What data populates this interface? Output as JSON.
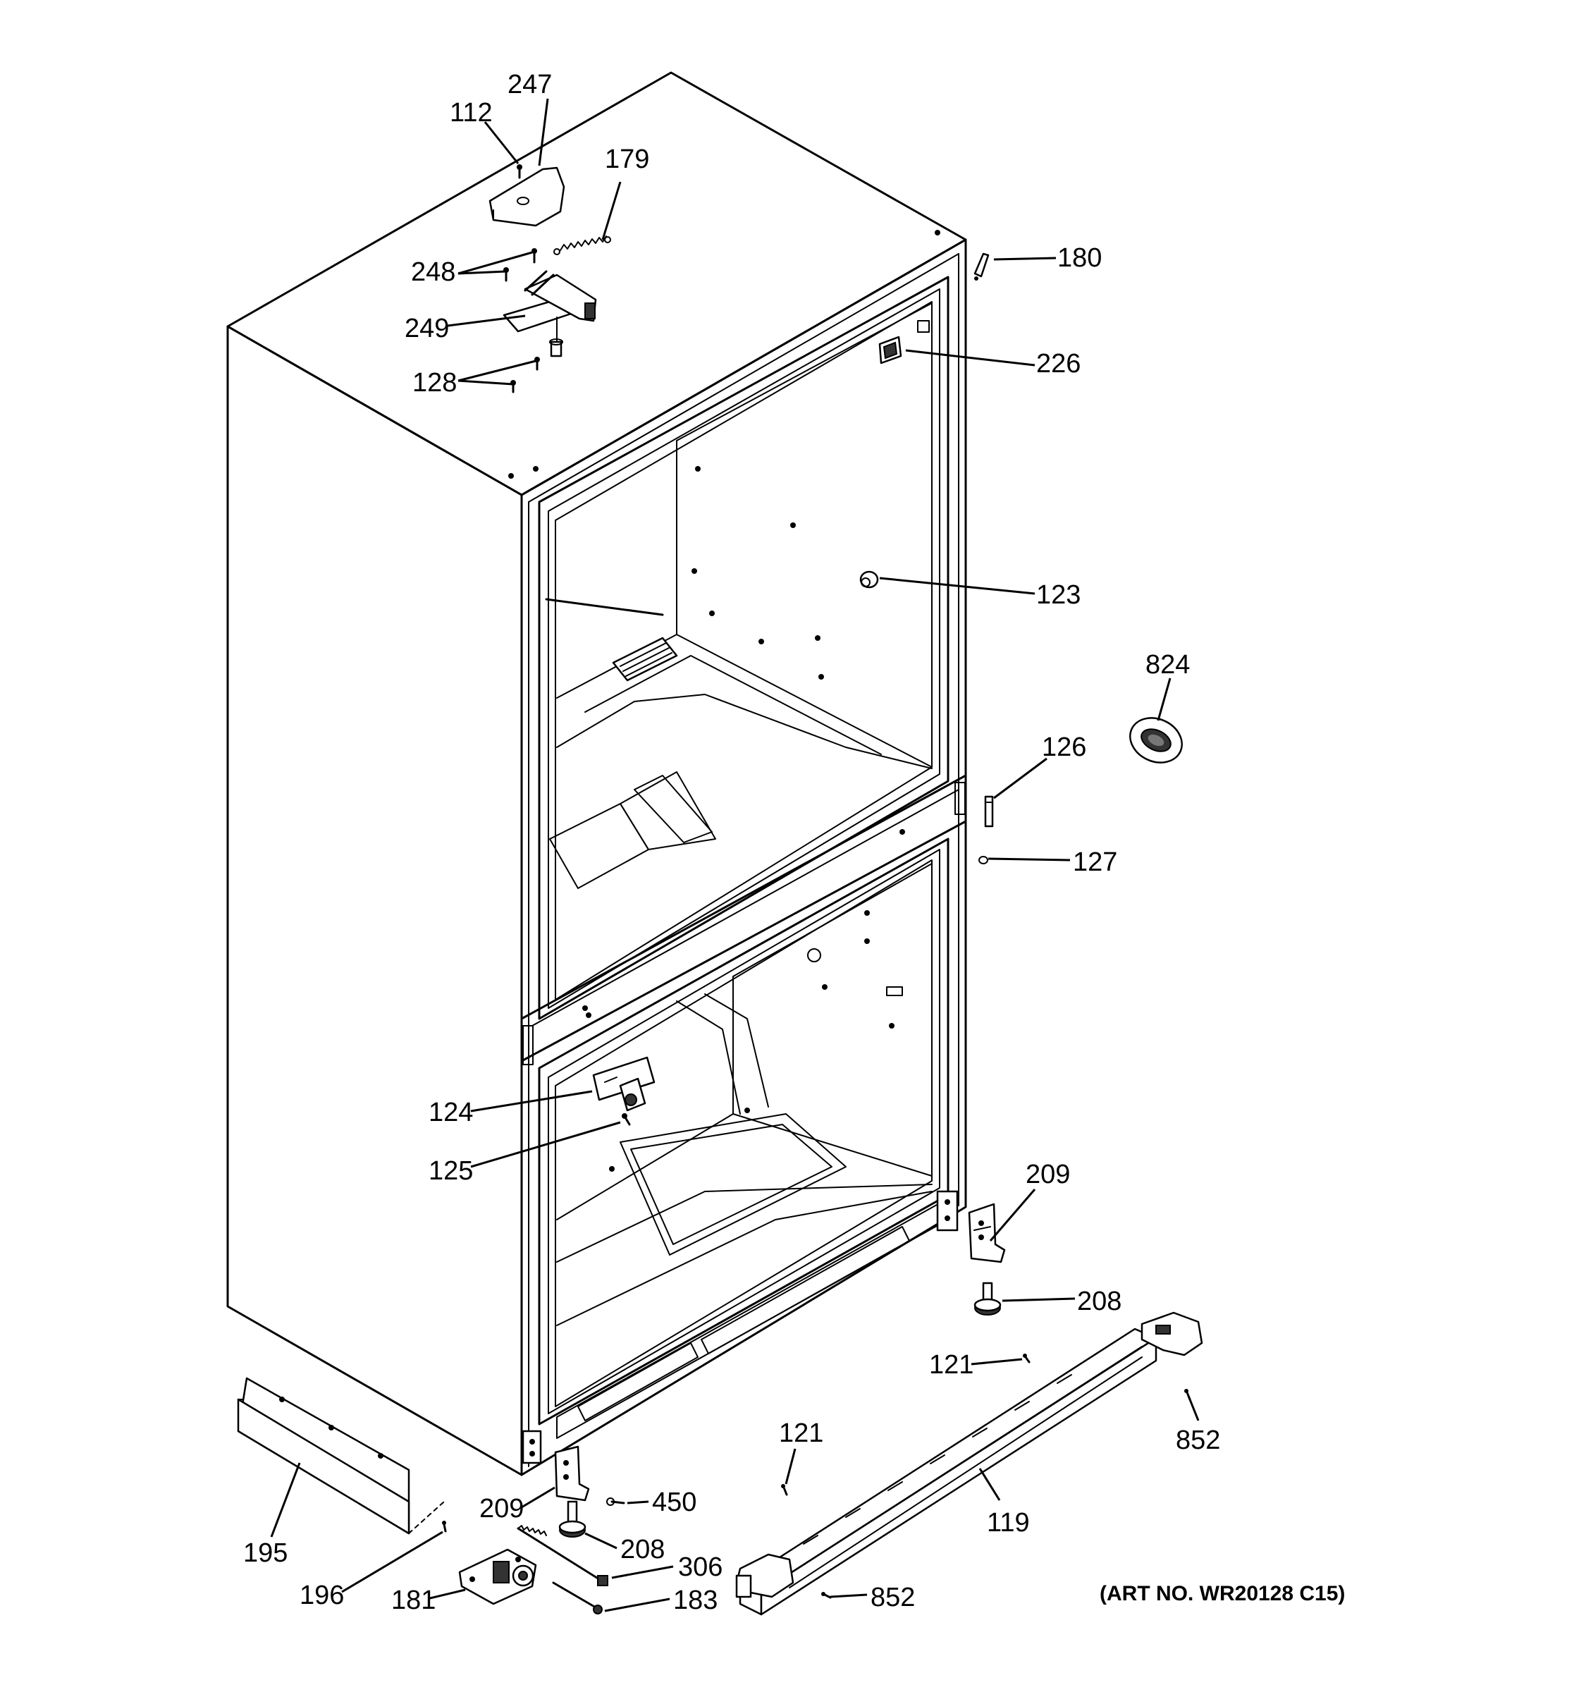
{
  "parts": {
    "p112": "112",
    "p247": "247",
    "p179": "179",
    "p248": "248",
    "p249": "249",
    "p128": "128",
    "p180": "180",
    "p226": "226",
    "p123": "123",
    "p824": "824",
    "p126": "126",
    "p127": "127",
    "p124": "124",
    "p125": "125",
    "p209a": "209",
    "p208a": "208",
    "p121a": "121",
    "p852a": "852",
    "p121b": "121",
    "p119": "119",
    "p195": "195",
    "p209b": "209",
    "p450": "450",
    "p208b": "208",
    "p306": "306",
    "p196": "196",
    "p181": "181",
    "p183": "183",
    "p852b": "852"
  },
  "art_number": "(ART NO. WR20128 C15)"
}
